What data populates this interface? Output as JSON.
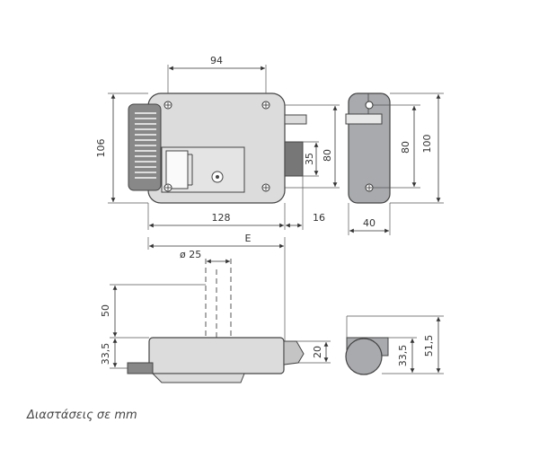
{
  "caption": "Διαστάσεις σε mm",
  "dimensions": {
    "width_top": "94",
    "height_left": "106",
    "bolt_35": "35",
    "height_80": "80",
    "width_128": "128",
    "bolt_16": "16",
    "side_80": "80",
    "side_100": "100",
    "side_40": "40",
    "e_label": "E",
    "diameter": "ø 25",
    "bottom_50": "50",
    "bottom_33_5": "33,5",
    "bottom_20": "20",
    "side_33_5": "33,5",
    "side_51_5": "51,5"
  },
  "colors": {
    "body": "#dcdcdc",
    "panel": "#a9aaad",
    "line": "#333333",
    "handle": "#888888"
  }
}
